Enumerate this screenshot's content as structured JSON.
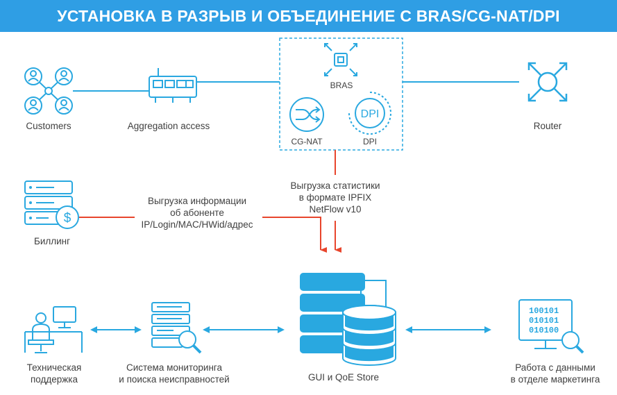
{
  "title": "УСТАНОВКА В РАЗРЫВ И ОБЪЕДИНЕНИЕ С BRAS/CG-NAT/DPI",
  "colors": {
    "accent": "#2f9ee4",
    "arrow_red": "#e8452c",
    "icon_blue": "#29a8e0"
  },
  "nodes": {
    "customers": "Customers",
    "aggregation": "Aggregation access",
    "bras": "BRAS",
    "cgnat": "CG-NAT",
    "dpi": "DPI",
    "dpi_badge": "DPI",
    "router": "Router",
    "billing": "Биллинг",
    "support_l1": "Техническая",
    "support_l2": "поддержка",
    "monitoring_l1": "Система мониторинга",
    "monitoring_l2": "и поиска неисправностей",
    "gui_store": "GUI и QoE Store",
    "marketing_l1": "Работа с данными",
    "marketing_l2": "в отделе маркетинга"
  },
  "annotations": {
    "stats_l1": "Выгрузка статистики",
    "stats_l2": "в формате IPFIX",
    "stats_l3": "NetFlow v10",
    "sub_l1": "Выгрузка информации",
    "sub_l2": "об абоненте",
    "sub_l3": "IP/Login/MAC/HWid/адрес"
  },
  "binary": {
    "row1": "100101",
    "row2": "010101",
    "row3": "010100"
  }
}
